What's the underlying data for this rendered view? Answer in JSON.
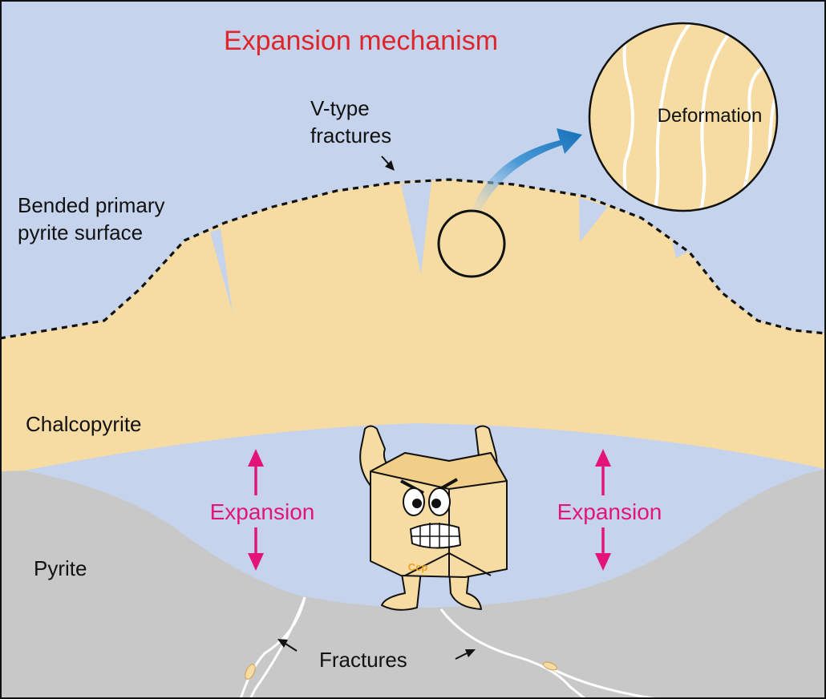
{
  "title": "Expansion mechanism",
  "labels": {
    "v_type_line1": "V-type",
    "v_type_line2": "fractures",
    "bended_line1": "Bended primary",
    "bended_line2": "pyrite surface",
    "deformation": "Deformation",
    "chalcopyrite": "Chalcopyrite",
    "pyrite": "Pyrite",
    "expansion_left": "Expansion",
    "expansion_right": "Expansion",
    "fractures": "Fractures",
    "ccp": "Ccp"
  },
  "colors": {
    "background_blue": "#c5d4ec",
    "chalcopyrite": "#f6dca2",
    "pyrite": "#c8c8c8",
    "title_red": "#e0252a",
    "expansion_pink": "#e4137a",
    "arrow_blue": "#1d7fc4"
  }
}
